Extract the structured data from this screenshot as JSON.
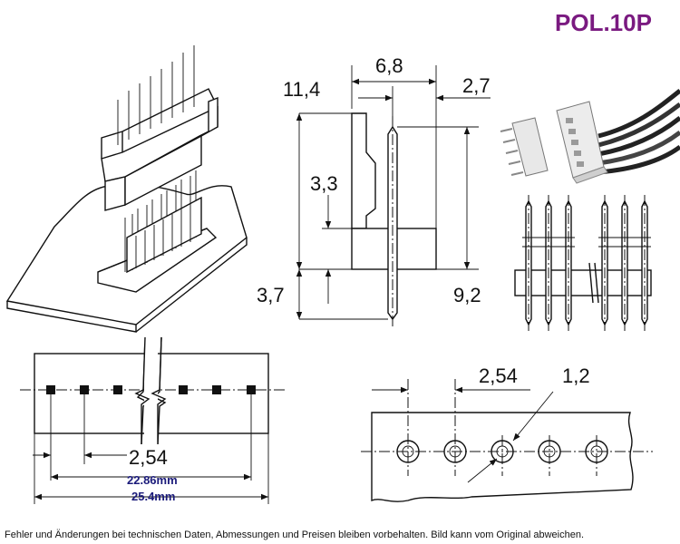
{
  "title": "POL.10P",
  "colors": {
    "title": "#7a1a80",
    "metric_labels": "#1a1a7a",
    "lines": "#111111"
  },
  "side_view": {
    "width_label": "6,8",
    "offset_label": "2,7",
    "height_label": "11,4",
    "inner_label": "3,3",
    "bottom_label": "3,7",
    "pin_label": "9,2"
  },
  "top_view": {
    "pitch_label": "2,54",
    "inner_length_label": "22.86mm",
    "outer_length_label": "25.4mm"
  },
  "pcb_view": {
    "pitch_label": "2,54",
    "hole_label": "1,2"
  },
  "footer": "Fehler und Änderungen bei technischen Daten, Abmessungen und Preisen bleiben vorbehalten. Bild kann vom Original abweichen."
}
